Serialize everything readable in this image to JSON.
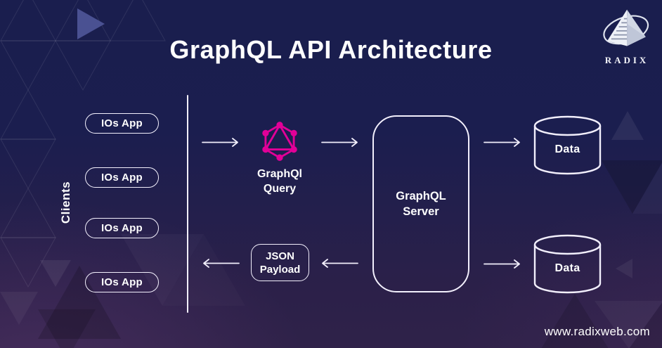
{
  "title": "GraphQL API Architecture",
  "header": {
    "logo_text": "RADIX"
  },
  "footer": {
    "website": "www.radixweb.com"
  },
  "clients": {
    "label": "Clients",
    "apps": [
      {
        "label": "IOs App"
      },
      {
        "label": "IOs App"
      },
      {
        "label": "IOs App"
      },
      {
        "label": "IOs App"
      }
    ]
  },
  "flow": {
    "query": {
      "line1": "GraphQl",
      "line2": "Query"
    },
    "server": {
      "line1": "GraphQL",
      "line2": "Server"
    },
    "payload": {
      "line1": "JSON",
      "line2": "Payload"
    },
    "databases": [
      {
        "label": "Data"
      },
      {
        "label": "Data"
      }
    ]
  },
  "icons": {
    "graphql_logo": "graphql-hexagon-logo",
    "database": "database-cylinder",
    "brand_mark": "radix-pyramid-logo"
  },
  "colors": {
    "graphql_pink": "#e10098",
    "accent_triangle": "#4a5192",
    "stroke_white": "#f2effc",
    "background_top": "#1a1e4e",
    "background_bottom": "#2f2249"
  }
}
